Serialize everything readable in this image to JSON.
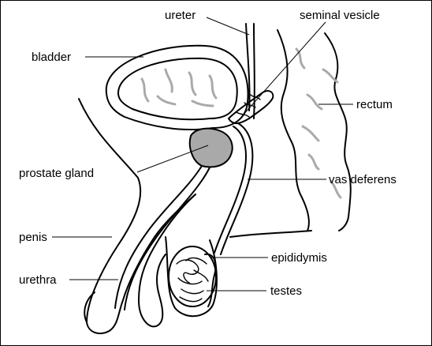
{
  "labels": {
    "ureter": "ureter",
    "seminal_vesicle": "seminal vesicle",
    "bladder": "bladder",
    "rectum": "rectum",
    "prostate_gland": "prostate gland",
    "vas_deferens": "vas deferens",
    "penis": "penis",
    "epididymis": "epididymis",
    "urethra": "urethra",
    "testes": "testes"
  },
  "colors": {
    "outline": "#000000",
    "prostate_fill": "#a9a9a9",
    "fold_lines": "#aaaaaa",
    "background": "#ffffff"
  }
}
